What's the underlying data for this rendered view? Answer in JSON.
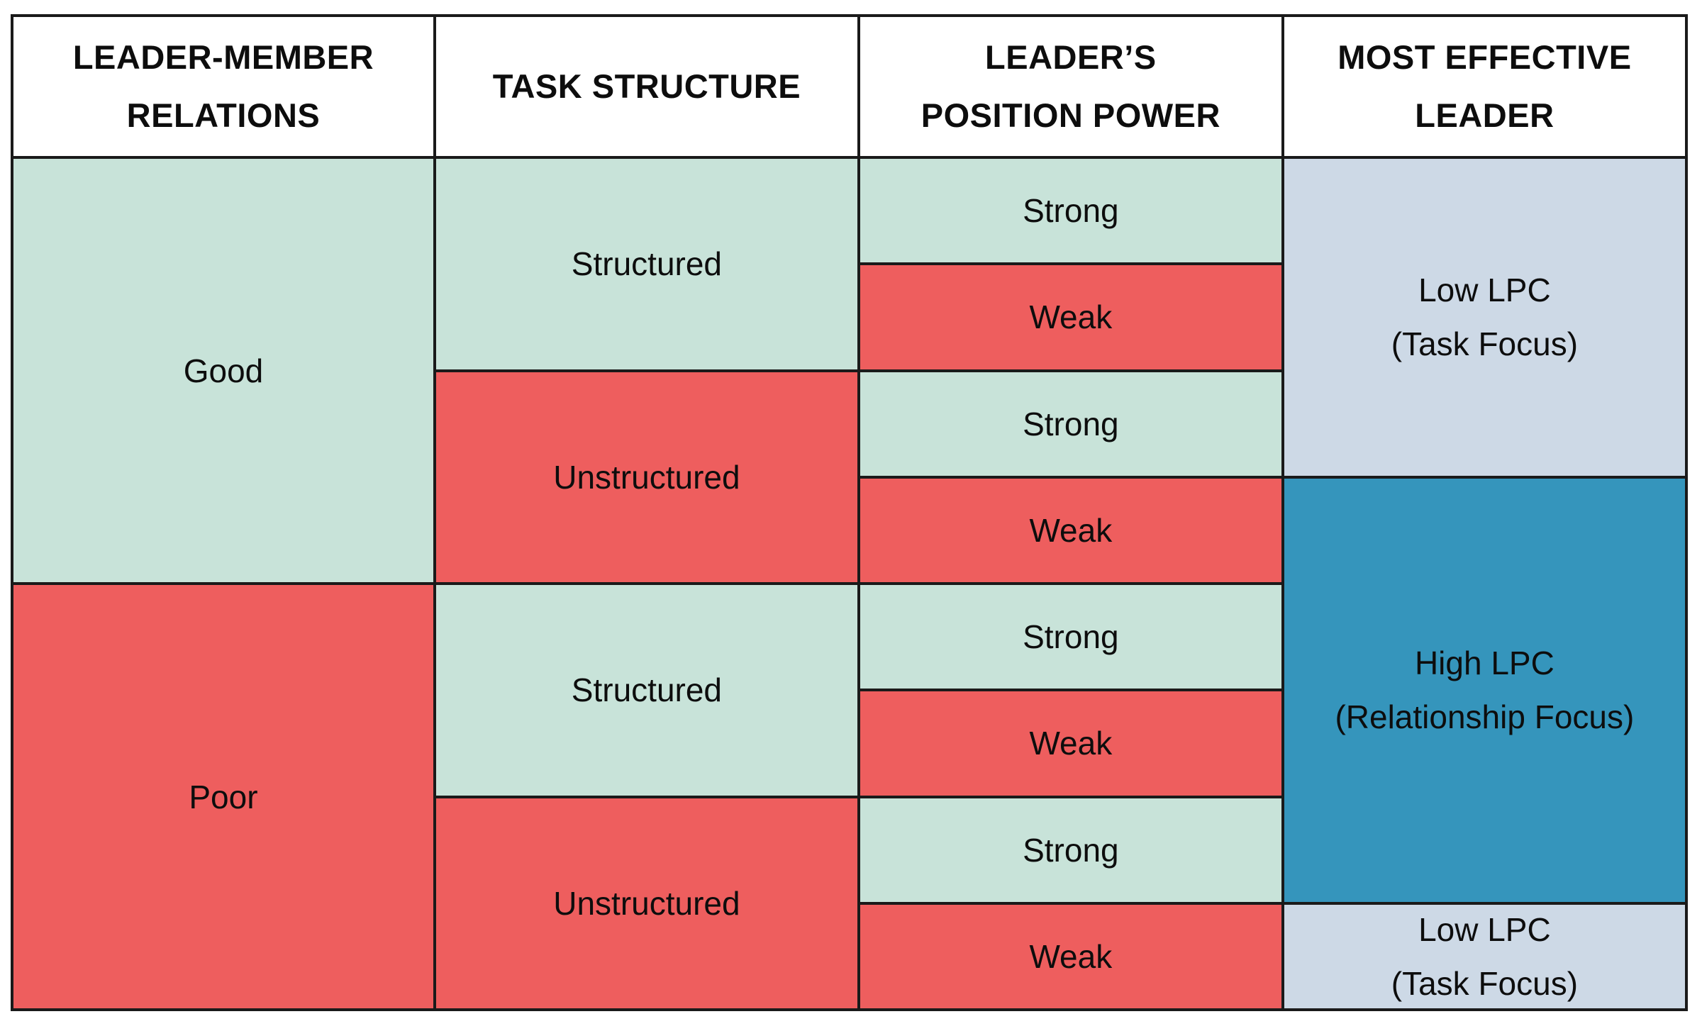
{
  "colors": {
    "page_bg": "#ffffff",
    "header_bg": "#ffffff",
    "grid_line": "#1a1a1a",
    "text": "#0d0d0d",
    "favorable_green": "#c8e3d9",
    "unfavorable_red": "#ee5e5e",
    "low_lpc_blue": "#cdd9e6",
    "high_lpc_teal": "#3595bc"
  },
  "table": {
    "headers": [
      {
        "id": "leader-member-relations",
        "lines": [
          "LEADER-MEMBER",
          "RELATIONS"
        ]
      },
      {
        "id": "task-structure",
        "lines": [
          "TASK STRUCTURE"
        ]
      },
      {
        "id": "leaders-position-power",
        "lines": [
          "LEADER’S",
          "POSITION POWER"
        ]
      },
      {
        "id": "most-effective-leader",
        "lines": [
          "MOST EFFECTIVE",
          "LEADER"
        ]
      }
    ],
    "leader_member_relations": [
      {
        "label": "Good",
        "tone": "favorable_green",
        "row_span": 4
      },
      {
        "label": "Poor",
        "tone": "unfavorable_red",
        "row_span": 4
      }
    ],
    "task_structure": [
      {
        "label": "Structured",
        "tone": "favorable_green",
        "row_span": 2
      },
      {
        "label": "Unstructured",
        "tone": "unfavorable_red",
        "row_span": 2
      },
      {
        "label": "Structured",
        "tone": "favorable_green",
        "row_span": 2
      },
      {
        "label": "Unstructured",
        "tone": "unfavorable_red",
        "row_span": 2
      }
    ],
    "position_power": [
      {
        "label": "Strong",
        "tone": "favorable_green"
      },
      {
        "label": "Weak",
        "tone": "unfavorable_red"
      },
      {
        "label": "Strong",
        "tone": "favorable_green"
      },
      {
        "label": "Weak",
        "tone": "unfavorable_red"
      },
      {
        "label": "Strong",
        "tone": "favorable_green"
      },
      {
        "label": "Weak",
        "tone": "unfavorable_red"
      },
      {
        "label": "Strong",
        "tone": "favorable_green"
      },
      {
        "label": "Weak",
        "tone": "unfavorable_red"
      }
    ],
    "most_effective_leader": [
      {
        "lines": [
          "Low LPC",
          "(Task Focus)"
        ],
        "tone": "low_lpc_blue",
        "row_span": 3
      },
      {
        "lines": [
          "High LPC",
          "(Relationship Focus)"
        ],
        "tone": "high_lpc_teal",
        "row_span": 4
      },
      {
        "lines": [
          "Low LPC",
          "(Task Focus)"
        ],
        "tone": "low_lpc_blue",
        "row_span": 1
      }
    ]
  }
}
